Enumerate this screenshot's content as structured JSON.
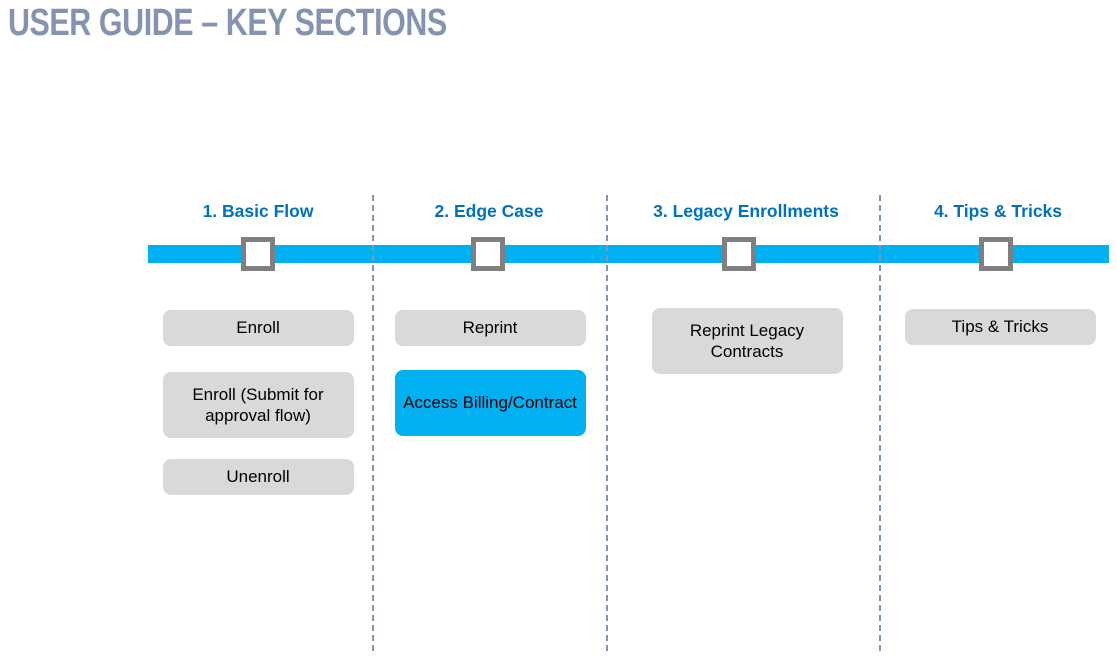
{
  "title": "USER GUIDE – KEY SECTIONS",
  "colors": {
    "title_text": "#8494B0",
    "section_header_text": "#0070C0",
    "timeline_bar": "#00B0F0",
    "node_fill": "#FFFFFF",
    "node_border": "#7F7F7F",
    "divider": "#8496AC",
    "button_default_bg": "#D9D9D9",
    "button_highlight_bg": "#00B0F0",
    "button_text": "#000000"
  },
  "timeline": {
    "sections": [
      {
        "label": "1. Basic Flow",
        "buttons": [
          {
            "label": "Enroll",
            "variant": "default"
          },
          {
            "label": "Enroll (Submit for approval flow)",
            "variant": "default"
          },
          {
            "label": "Unenroll",
            "variant": "default"
          }
        ]
      },
      {
        "label": "2. Edge Case",
        "buttons": [
          {
            "label": "Reprint",
            "variant": "default"
          },
          {
            "label": "Access Billing/Contract",
            "variant": "highlight"
          }
        ]
      },
      {
        "label": "3. Legacy Enrollments",
        "buttons": [
          {
            "label": "Reprint Legacy Contracts",
            "variant": "default"
          }
        ]
      },
      {
        "label": "4. Tips & Tricks",
        "buttons": [
          {
            "label": "Tips & Tricks",
            "variant": "default"
          }
        ]
      }
    ]
  }
}
